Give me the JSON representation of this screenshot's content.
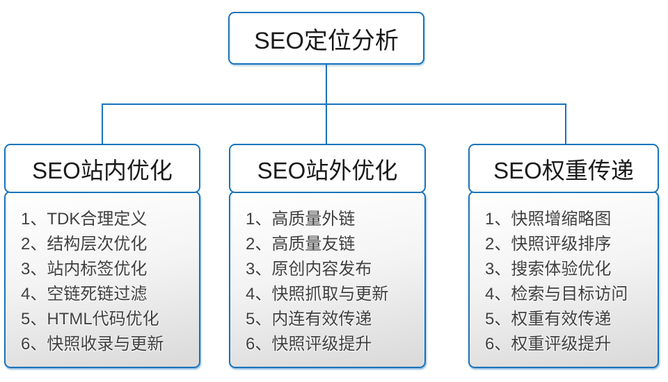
{
  "diagram": {
    "root": {
      "label": "SEO定位分析"
    },
    "branches": [
      {
        "title": "SEO站内优化",
        "items": [
          "1、TDK合理定义",
          "2、结构层次优化",
          "3、站内标签优化",
          "4、空链死链过滤",
          "5、HTML代码优化",
          "6、快照收录与更新"
        ]
      },
      {
        "title": "SEO站外优化",
        "items": [
          "1、高质量外链",
          "2、高质量友链",
          "3、原创内容发布",
          "4、快照抓取与更新",
          "5、内连有效传递",
          "6、快照评级提升"
        ]
      },
      {
        "title": "SEO权重传递",
        "items": [
          "1、快照增缩略图",
          "2、快照评级排序",
          "3、搜索体验优化",
          "4、检索与目标访问",
          "5、权重有效传递",
          "6、权重评级提升"
        ]
      }
    ],
    "colors": {
      "accent": "#1873bb",
      "header_text": "#1a1a1a",
      "item_text": "#3f3f3f"
    }
  }
}
